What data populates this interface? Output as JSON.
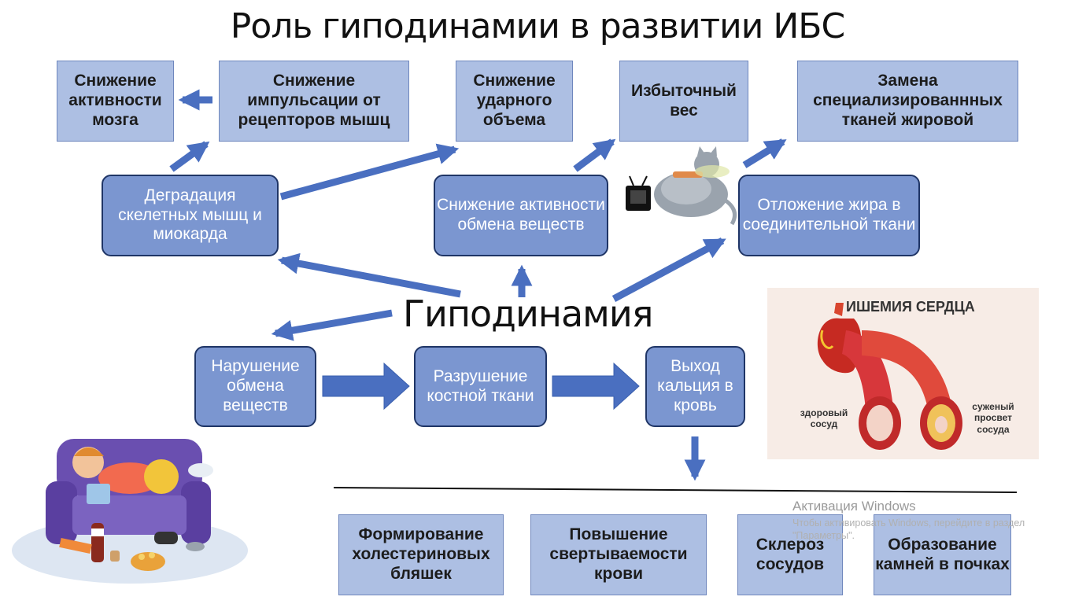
{
  "title": "Роль гиподинамии в развитии ИБС",
  "center": "Гиподинамия",
  "top_boxes": [
    "Снижение активности мозга",
    "Снижение импульсации от рецепторов мышц",
    "Снижение ударного объема",
    "Избыточный вес",
    "Замена специализированнных тканей жировой"
  ],
  "mid_boxes": [
    "Деградация скелетных мышц и миокарда",
    "Снижение активности обмена веществ",
    "Отложение жира в соединительной ткани"
  ],
  "lower_boxes": [
    "Нарушение обмена веществ",
    "Разрушение костной ткани",
    "Выход кальция в кровь"
  ],
  "bottom_boxes": [
    "Формирование холестериновых бляшек",
    "Повышение свертываемости крови",
    "Склероз сосудов",
    "Образование камней в почках"
  ],
  "ischemia": {
    "title": "ИШЕМИЯ СЕРДЦА",
    "healthy": "здоровый сосуд",
    "narrowed": "суженый просвет сосуда"
  },
  "watermark": {
    "title": "Активация Windows",
    "text": "Чтобы активировать Windows, перейдите в раздел \"Параметры\"."
  },
  "colors": {
    "square_box": "#adbfe3",
    "rounded_box": "#7b96d0",
    "arrow": "#4a6fc0"
  }
}
